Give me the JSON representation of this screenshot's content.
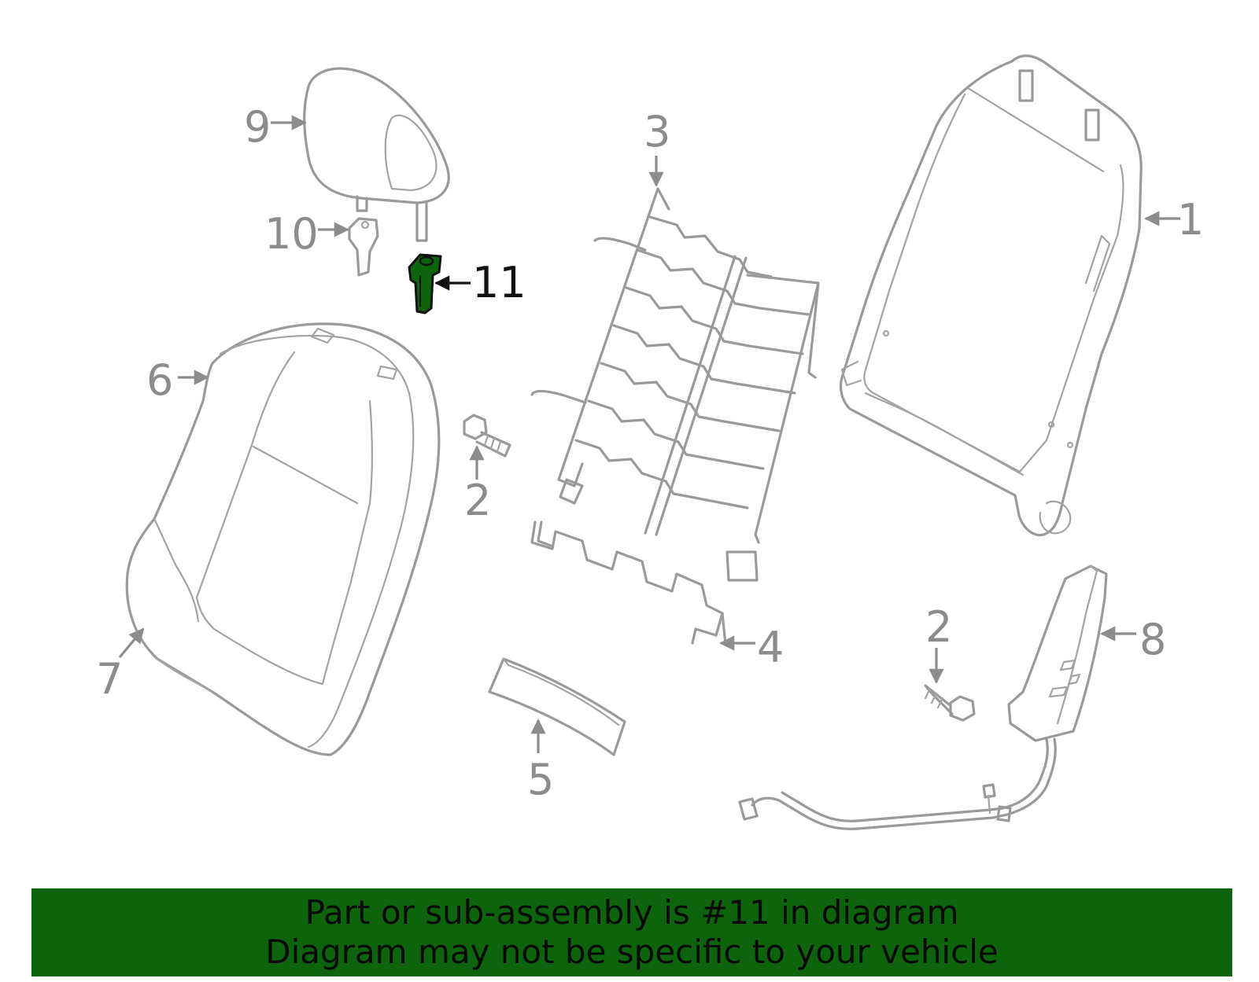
{
  "diagram": {
    "highlight_color": "#0d640d",
    "line_color": "#9a9a9a",
    "callouts": [
      "1",
      "2",
      "2",
      "3",
      "4",
      "5",
      "6",
      "7",
      "8",
      "9",
      "10",
      "11"
    ],
    "highlighted_part": "11"
  },
  "banner": {
    "background": "#0d640d",
    "line1": "Part or sub-assembly is #11 in diagram",
    "line2": "Diagram may not be specific to your vehicle"
  }
}
